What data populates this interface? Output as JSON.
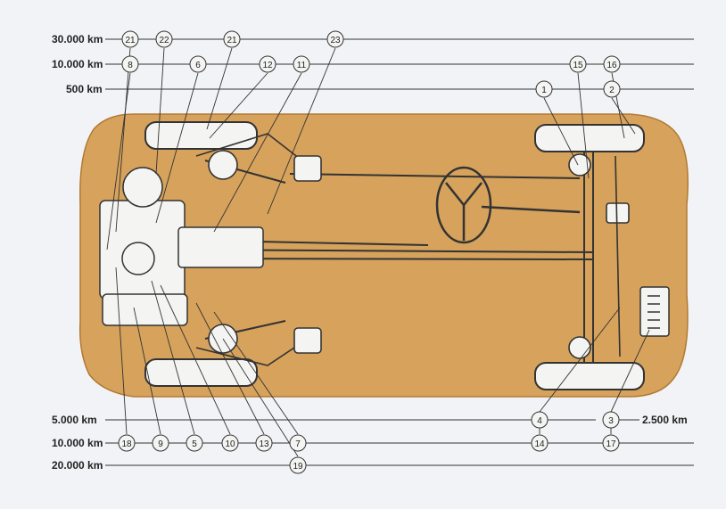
{
  "colors": {
    "body": "#d6a25c",
    "body_edge": "#b07a34",
    "line": "#333333",
    "tire": "#f4f4f2",
    "background": "#f2f3f6"
  },
  "rows": {
    "r30000": {
      "label": "30.000 km",
      "numbers": [
        "21",
        "22",
        "21",
        "23"
      ]
    },
    "r10000top": {
      "label": "10.000 km",
      "numbers": [
        "8",
        "6",
        "12",
        "11",
        "15",
        "16"
      ]
    },
    "r500": {
      "label": "500 km",
      "numbers": [
        "1",
        "2"
      ]
    },
    "r5000": {
      "label": "5.000 km",
      "numbers": [
        "4",
        "3"
      ]
    },
    "r2500": {
      "label": "2.500 km"
    },
    "r10000bottom": {
      "label": "10.000 km",
      "numbers": [
        "18",
        "9",
        "5",
        "10",
        "13",
        "7",
        "14",
        "17"
      ]
    },
    "r20000": {
      "label": "20.000 km",
      "numbers": [
        "19"
      ]
    }
  }
}
